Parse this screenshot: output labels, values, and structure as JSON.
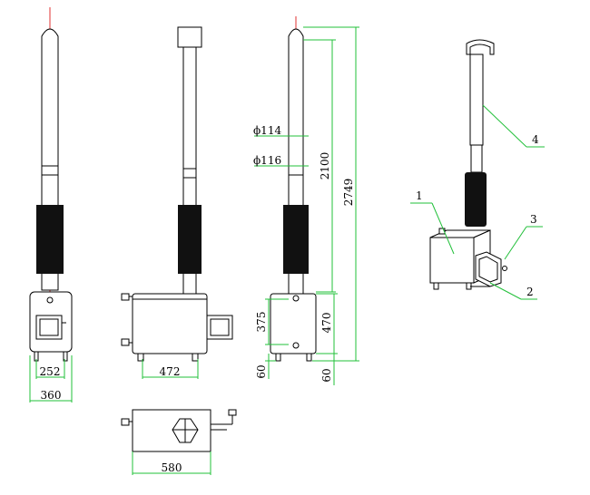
{
  "dimensions": {
    "front_width_inner": "252",
    "front_width_outer": "360",
    "side_length": "472",
    "top_length": "580",
    "pipe_dia_top": "ϕ114",
    "pipe_dia_bottom": "ϕ116",
    "pipe_height": "2100",
    "total_height": "2749",
    "body_height": "470",
    "door_height": "375",
    "leg_height_left": "60",
    "leg_height_right": "60"
  },
  "callouts": [
    "1",
    "2",
    "3",
    "4"
  ],
  "colors": {
    "outline": "#000000",
    "dimension": "#22c03a",
    "centerline": "#e03030"
  }
}
